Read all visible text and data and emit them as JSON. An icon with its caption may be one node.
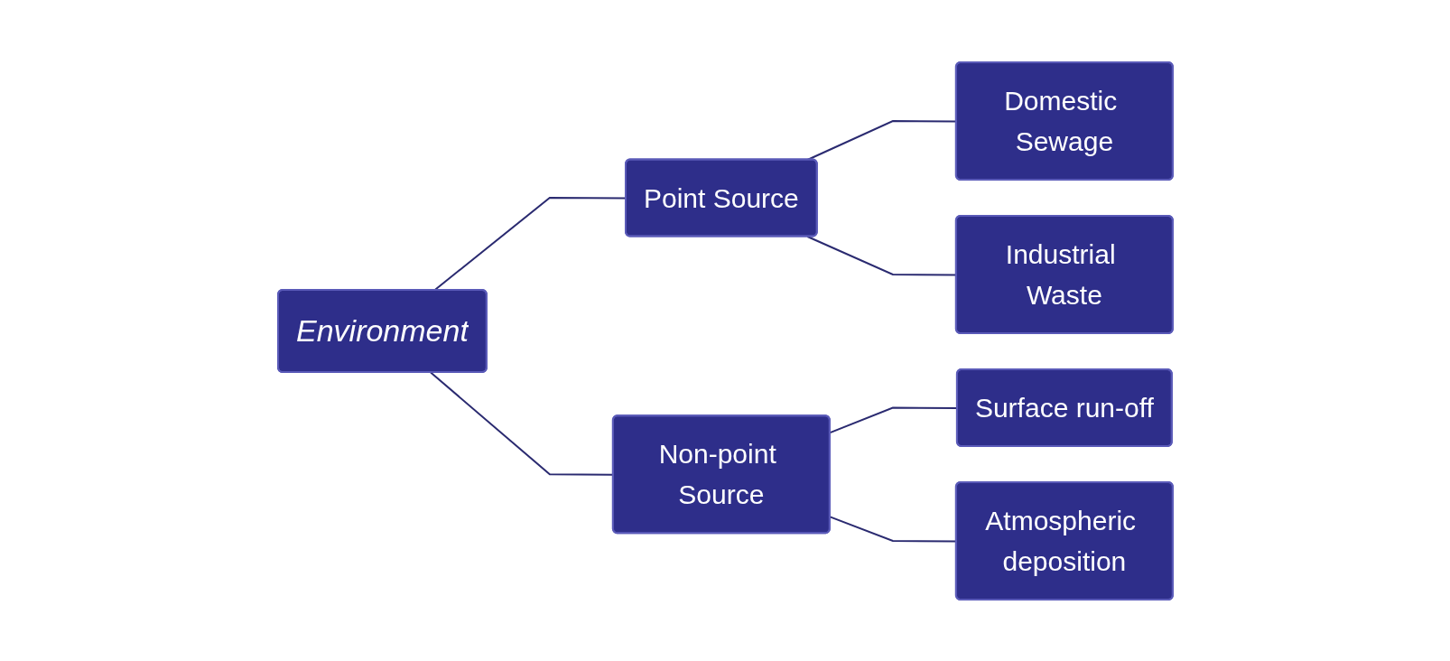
{
  "diagram": {
    "nodes": [
      {
        "text": [
          "Environment"
        ]
      },
      {
        "text": [
          "Point Source"
        ]
      },
      {
        "text": [
          "Domestic Sewage"
        ]
      },
      {
        "text": [
          "Industrial Waste"
        ]
      },
      {
        "text": [
          "Non-point Source"
        ]
      },
      {
        "text": [
          "Surface run-off"
        ]
      },
      {
        "text": [
          "Atmospheric deposition"
        ]
      }
    ],
    "edges": [
      {
        "from": 0,
        "to": 1,
        "arrow": "none"
      },
      {
        "from": 0,
        "to": 4,
        "arrow": "none"
      },
      {
        "from": 1,
        "to": 2,
        "arrow": "none"
      },
      {
        "from": 1,
        "to": 3,
        "arrow": "none"
      },
      {
        "from": 4,
        "to": 5,
        "arrow": "none"
      },
      {
        "from": 4,
        "to": 6,
        "arrow": "none"
      }
    ]
  }
}
